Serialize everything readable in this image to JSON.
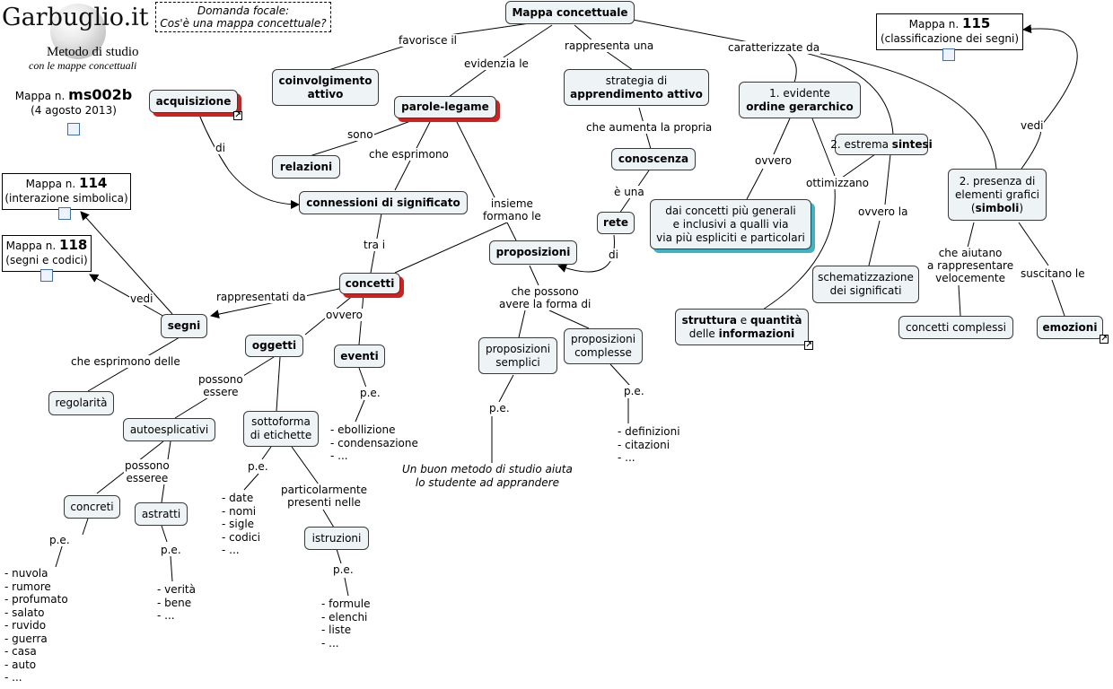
{
  "header": {
    "brand": "Garbuglio.it",
    "subtitle1": "Metodo di studio",
    "subtitle2": "con le mappe concettuali",
    "map_label": "Mappa n. ",
    "map_code": "ms002b",
    "map_date": "(4 agosto 2013)"
  },
  "focal": {
    "line1": "Domanda focale:",
    "line2": "Cos'è una mappa concettuale?"
  },
  "refs": {
    "r114": {
      "prefix": "Mappa n. ",
      "num": "114",
      "caption": "(interazione simbolica)"
    },
    "r118": {
      "prefix": "Mappa n. ",
      "num": "118",
      "caption": "(segni e codici)"
    },
    "r115": {
      "prefix": "Mappa n. ",
      "num": "115",
      "caption": "(classificazione dei segni)"
    }
  },
  "nodes": {
    "mappa": "Mappa concettuale",
    "coinvolgimento": "coinvolgimento\nattivo",
    "parole_legame": "parole-legame",
    "strategia": "strategia di\napprendimento attivo",
    "evidente": "1. evidente\nordine gerarchico",
    "sintesi": "2. estrema sintesi",
    "grafici": "2. presenza di\nelementi grafici\n(simboli)",
    "acquisizione": "acquisizione",
    "relazioni": "relazioni",
    "connessioni": "connessioni di significato",
    "conoscenza": "conoscenza",
    "rete": "rete",
    "proposizioni": "proposizioni",
    "concetti": "concetti",
    "segni": "segni",
    "regolarita": "regolarità",
    "oggetti": "oggetti",
    "eventi": "eventi",
    "autoesplicativi": "autoesplicativi",
    "etichette": "sottoforma\ndi etichette",
    "concreti": "concreti",
    "astratti": "astratti",
    "istruzioni": "istruzioni",
    "semplici": "proposizioni\nsemplici",
    "complesse": "proposizioni\ncomplesse",
    "dai_concetti": "dai concetti più generali\ne inclusivi a qualli via\nvia più espliciti e particolari",
    "schematizzazione": "schematizzazione\ndei significati",
    "struttura": "struttura e quantità\ndelle informazioni",
    "concetti_complessi": "concetti complessi",
    "emozioni": "emozioni"
  },
  "rich": {
    "strategia_a": "strategia di",
    "strategia_b": "apprendimento attivo",
    "evidente_a": "1. evidente",
    "evidente_b": "ordine gerarchico",
    "sintesi_a": "2. estrema ",
    "sintesi_b": "sintesi",
    "grafici_a": "2. presenza di",
    "grafici_b": "elementi grafici",
    "grafici_c1": "(",
    "grafici_c2": "simboli",
    "grafici_c3": ")",
    "struttura_a": "struttura",
    "struttura_b": " e ",
    "struttura_c": "quantità",
    "struttura_d": "delle ",
    "struttura_e": "informazioni"
  },
  "link_labels": {
    "favorisce": "favorisce il",
    "evidenzia": "evidenzia le",
    "rappresenta": "rappresenta una",
    "caratterizzate": "caratterizzate da",
    "aumenta": "che aumenta la propria",
    "e_una": "è una",
    "di_rete": "di",
    "sono": "sono",
    "esprimono": "che esprimono",
    "insieme": "insieme\nformano le",
    "di_acq": "di",
    "tra_i": "tra i",
    "rappresentati": "rappresentati da",
    "ovvero_c": "ovvero",
    "vedi_segni": "vedi",
    "esprimono_delle": "che esprimono delle",
    "possono_essere": "possono\nessere",
    "possono_esseree": "possono\nesseree",
    "possono_forma": "che possono\navere la forma di",
    "pe_concreti": "p.e.",
    "pe_astratti": "p.e.",
    "pe_etichette": "p.e.",
    "particolarmente": "particolarmente\npresenti nelle",
    "pe_istruzioni": "p.e.",
    "pe_eventi": "p.e.",
    "pe_semplici": "p.e.",
    "pe_complesse": "p.e.",
    "ovvero_ev": "ovvero",
    "ottimizzano": "ottimizzano",
    "ovvero_la": "ovvero la",
    "aiutano": "che aiutano\na rappresentare\nvelocemente",
    "suscitano": "suscitano le",
    "vedi_115": "vedi"
  },
  "lists": {
    "concreti": [
      "- nuvola",
      "- rumore",
      "- profumato",
      "- salato",
      "- ruvido",
      "- guerra",
      "- casa",
      "- auto",
      "- ..."
    ],
    "astratti": [
      "- verità",
      "- bene",
      "- ..."
    ],
    "etichette": [
      "- date",
      "- nomi",
      "- sigle",
      "- codici",
      "- ..."
    ],
    "istruzioni": [
      "- formule",
      "- elenchi",
      "- liste",
      "- ..."
    ],
    "eventi": [
      "- ebollizione",
      "- condensazione",
      "- ..."
    ],
    "complesse": [
      "- definizioni",
      "- citazioni",
      "- ..."
    ]
  },
  "example_sentence": "Un buon metodo di studio aiuta\nlo studente ad apprandere",
  "colors": {
    "node_fill": "#eef3f5",
    "node_border": "#3a3a3a",
    "shadow_red": "#d41f1f",
    "shadow_cyan": "#3fb2c4",
    "map_icon": "#3f6fb5"
  },
  "icons": [
    "map-link-icon",
    "external-link-icon",
    "arrowhead"
  ]
}
